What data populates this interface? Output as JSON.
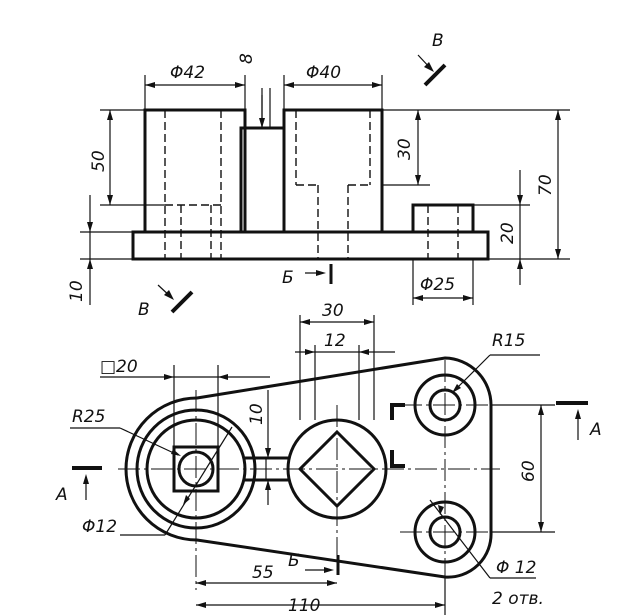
{
  "front_view": {
    "dim_d42": "Φ42",
    "dim_8": "8",
    "dim_d40": "Φ40",
    "dim_50": "50",
    "dim_30": "30",
    "dim_70": "70",
    "dim_20": "20",
    "dim_10": "10",
    "dim_d25": "Φ25",
    "view_b_top": "B",
    "view_b_bottom": "B",
    "section_b": "Б"
  },
  "top_view": {
    "dim_30": "30",
    "dim_12": "12",
    "dim_sq20": "□20",
    "dim_r15": "R15",
    "dim_r25": "R25",
    "dim_10": "10",
    "dim_60": "60",
    "dim_d12_left": "Φ12",
    "dim_d12_right": "Φ 12",
    "dim_2holes": "2 отв.",
    "dim_55": "55",
    "dim_110": "110",
    "section_a_left": "A",
    "section_a_right": "A",
    "section_b": "Б"
  }
}
